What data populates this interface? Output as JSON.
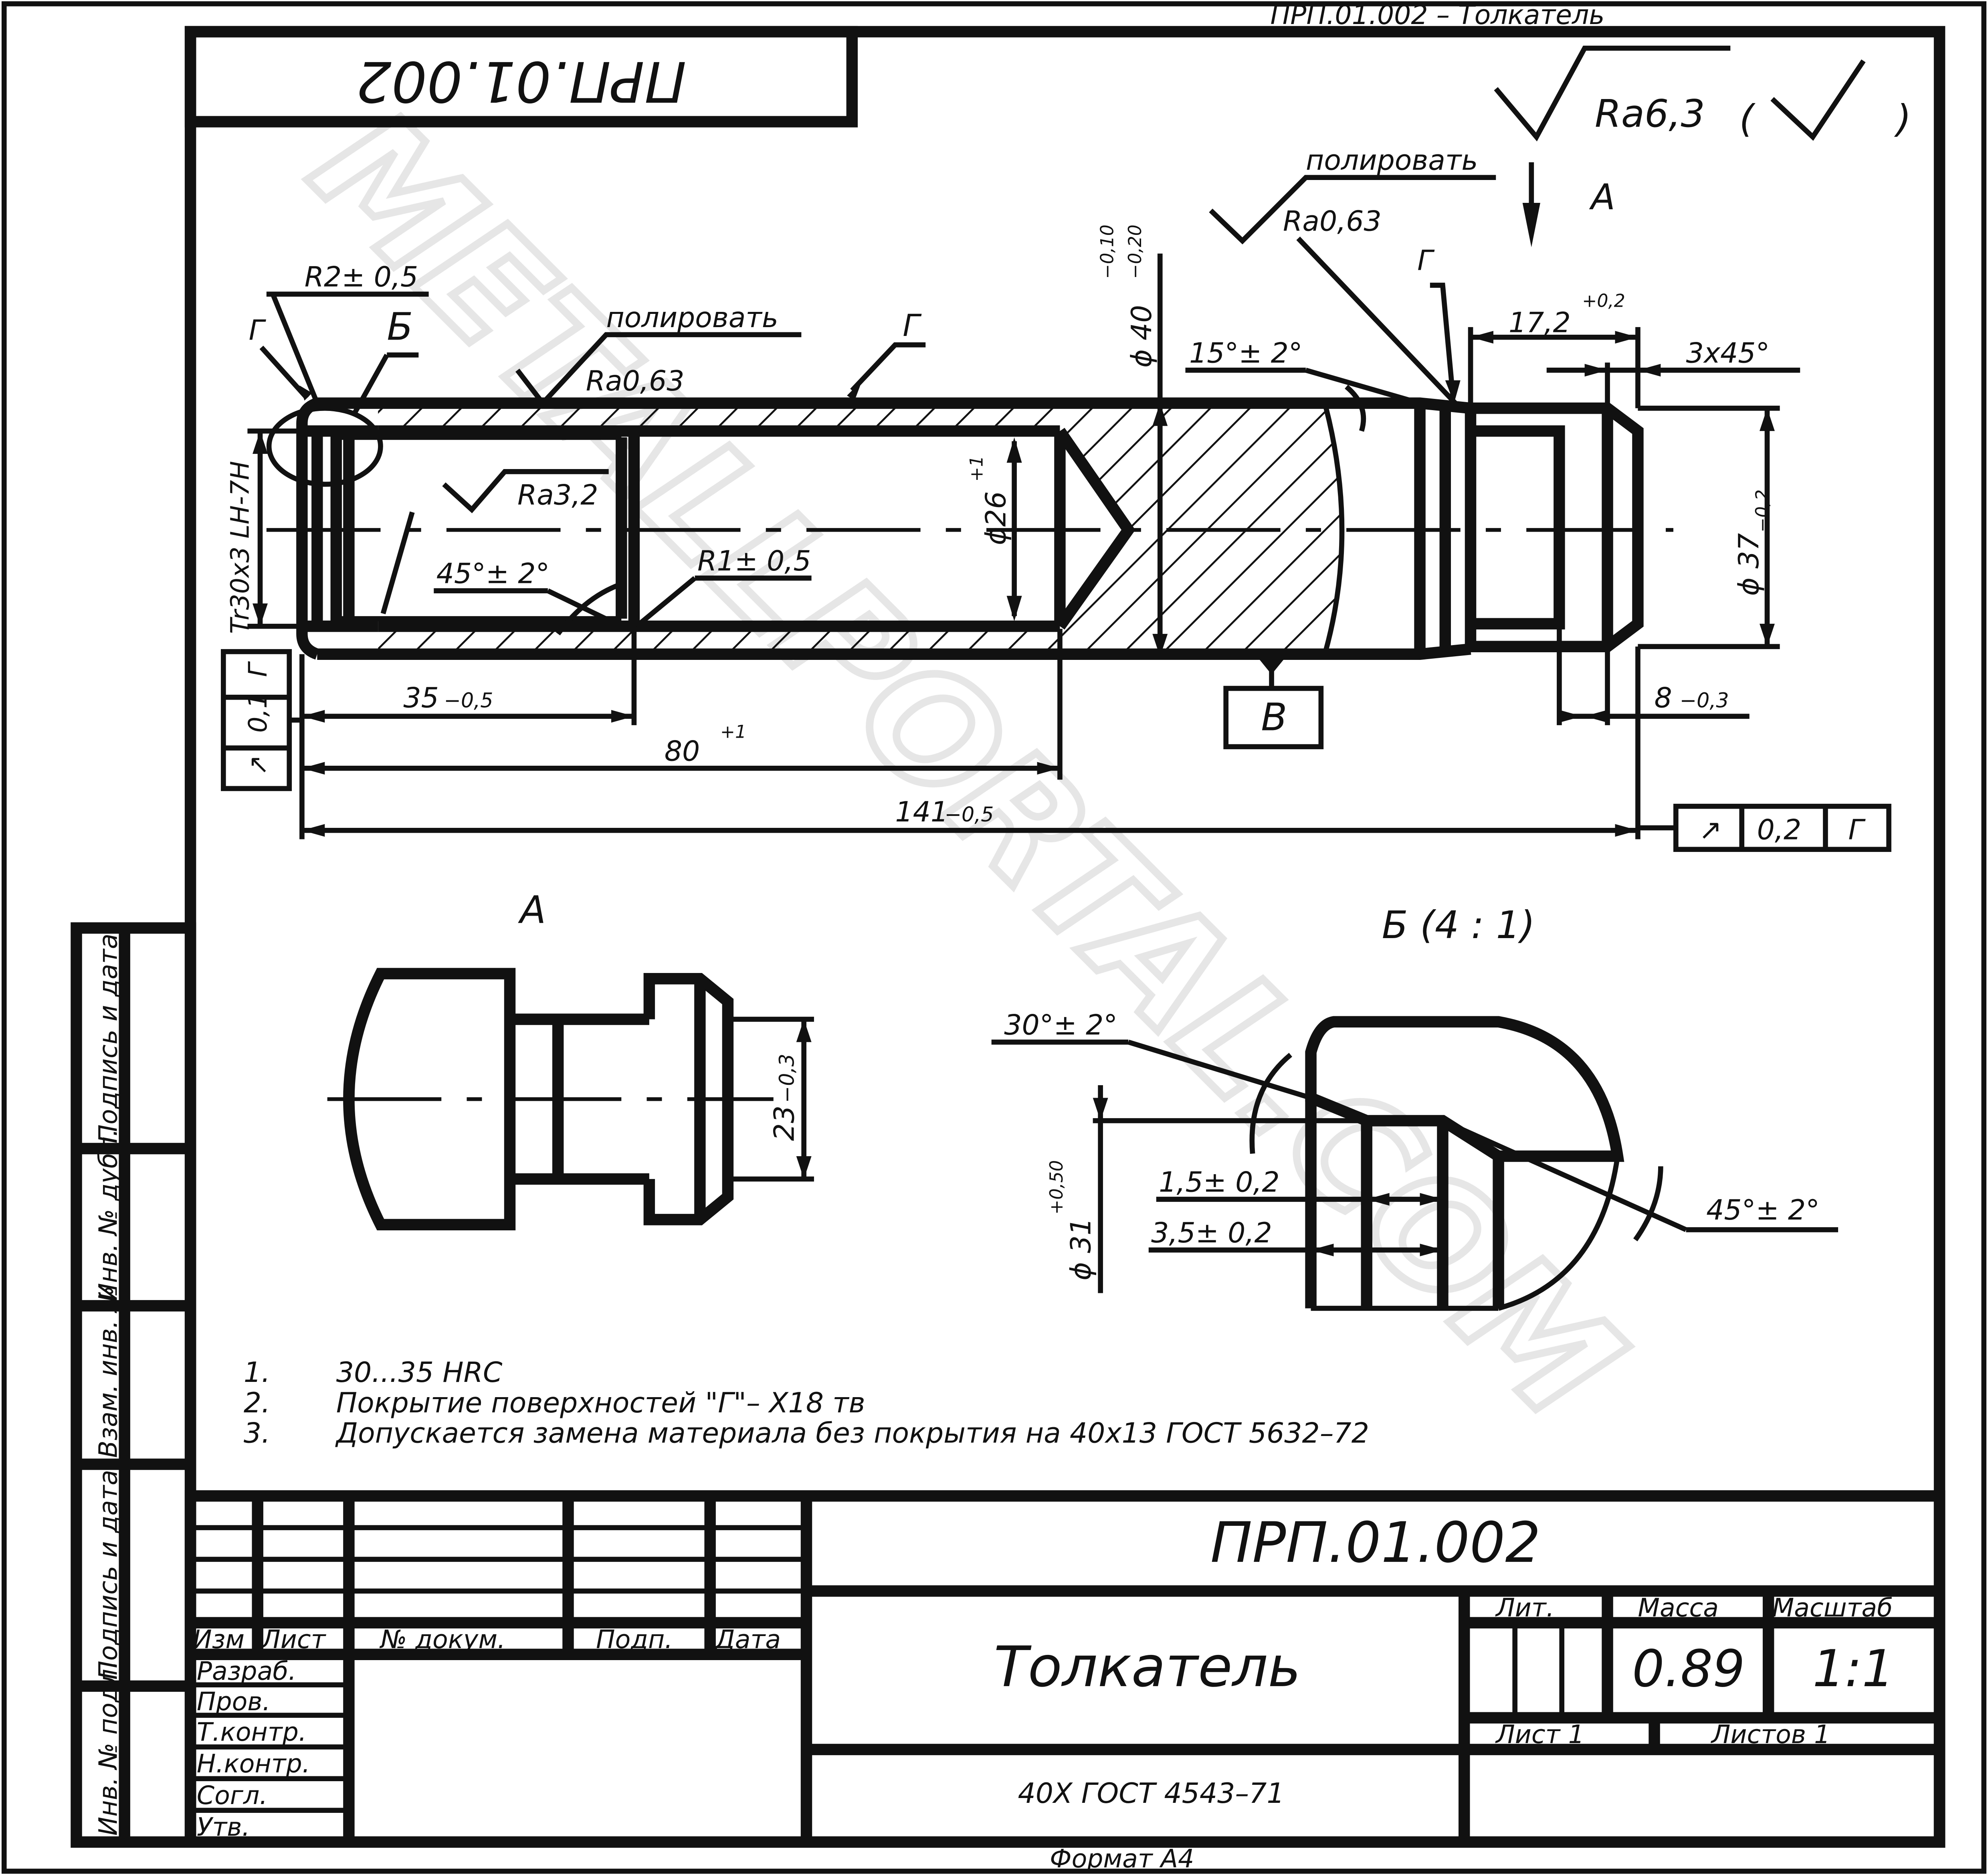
{
  "header": {
    "top_title": "ПРП.01.002 – Толкатель",
    "mirror_code": "ПРП.01.002",
    "roughness_main": "Ra6,3",
    "roughness_paren_open": "(",
    "roughness_paren_close": ")"
  },
  "drawing": {
    "polish_1": "полировать",
    "polish_2": "полировать",
    "ra063_1": "Ra0,63",
    "ra063_2": "Ra0,63",
    "ra32": "Ra3,2",
    "r2": "R2± 0,5",
    "r1": "R1± 0,5",
    "label_b": "Б",
    "label_g1": "Г",
    "label_g2": "Г",
    "label_g3": "Г",
    "label_a": "А",
    "diam_40": "ϕ 40",
    "tol_40_upper": "−0,10",
    "tol_40_lower": "−0,20",
    "diam_26": "ϕ26",
    "tol_26": "+1",
    "diam_37": "ϕ 37",
    "tol_37": "−0,2",
    "thread": "Tr30x3 LH-7H",
    "angle_15": "15°± 2°",
    "angle_45_main": "45°± 2°",
    "dim_17": "17,2",
    "tol_17": "+0,2",
    "chamfer": "3x45°",
    "dim_8": "8",
    "tol_8": "−0,3",
    "dim_35": "35",
    "tol_35": "−0,5",
    "dim_80": "80",
    "tol_80": "+1",
    "dim_141": "141",
    "tol_141": "−0,5",
    "datum_v": "В",
    "frame_left": {
      "sym": "↗",
      "val": "0,1",
      "ref": "Г"
    },
    "frame_right": {
      "sym": "↗",
      "val": "0,2",
      "ref": "Г"
    }
  },
  "view_a": {
    "title": "А",
    "dim_23": "23",
    "tol_23": "−0,3"
  },
  "detail_b": {
    "title": "Б (4 : 1)",
    "angle_30": "30°± 2°",
    "angle_45": "45°± 2°",
    "diam_31": "ϕ 31",
    "tol_31": "+0,50",
    "dim_15": "1,5± 0,2",
    "dim_35": "3,5± 0,2"
  },
  "notes": [
    {
      "num": "1.",
      "text": "30...35 HRC"
    },
    {
      "num": "2.",
      "text": "Покрытие поверхностей \"Г\"– Х18 тв"
    },
    {
      "num": "3.",
      "text": "Допускается замена материала без покрытия на 40х13 ГОСТ 5632–72"
    }
  ],
  "side_stamp": [
    "Инв. № подл.",
    "Подпись и дата",
    "Взам. инв. №",
    "Инв. № дубл.",
    "Подпись и дата"
  ],
  "title_block": {
    "code": "ПРП.01.002",
    "name": "Толкатель",
    "material": "40Х ГОСТ 4543–71",
    "col_izm": "Изм",
    "col_list": "Лист",
    "col_doc": "№ докум.",
    "col_podp": "Подп.",
    "col_date": "Дата",
    "rows": [
      "Разраб.",
      "Пров.",
      "Т.контр.",
      "Н.контр.",
      "Согл.",
      "Утв."
    ],
    "lit": "Лит.",
    "mass_label": "Масса",
    "scale_label": "Масштаб",
    "mass": "0.89",
    "scale": "1:1",
    "sheet": "Лист 1",
    "sheets": "Листов 1"
  },
  "format": "Формат А4",
  "watermark": "METALLPORTAL.COM"
}
